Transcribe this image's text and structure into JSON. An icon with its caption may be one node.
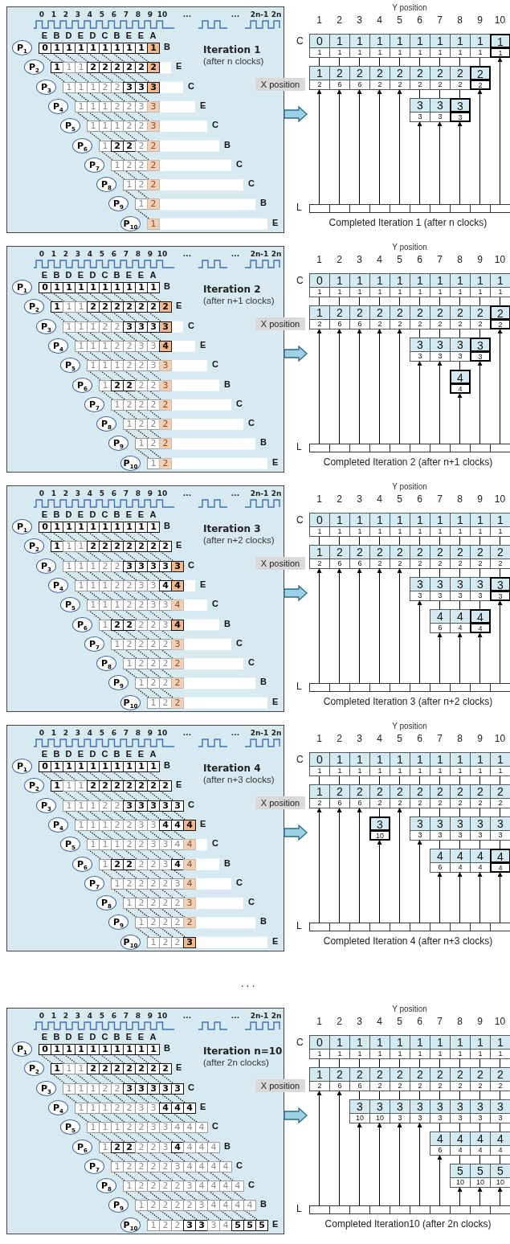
{
  "diagram": {
    "nodes": [
      {
        "text": [
          "Iteration 1",
          "(after n clocks)"
        ]
      },
      {
        "text": [
          "P$_{1}$"
        ],
        "in": 0
      },
      {
        "text": [
          "P$_{2}$"
        ],
        "in": 0
      },
      {
        "text": [
          "P$_{3}$"
        ],
        "in": 0
      },
      {
        "text": [
          "P$_{4}$"
        ],
        "in": 0
      },
      {
        "text": [
          "P$_{5}$"
        ],
        "in": 0
      },
      {
        "text": [
          "P$_{6}$"
        ],
        "in": 0
      },
      {
        "text": [
          "P$_{7}$"
        ],
        "in": 0
      },
      {
        "text": [
          "P$_{8}$"
        ],
        "in": 0
      },
      {
        "text": [
          "P$_{9}$"
        ],
        "in": 0
      },
      {
        "text": [
          "P$_{10}$"
        ],
        "in": 0
      },
      {
        "text": [
          "0",
          "1",
          "1",
          "1",
          "1",
          "1",
          "1",
          "1",
          "1",
          "1",
          "1",
          "1",
          "1",
          "1",
          "1",
          "1",
          "1",
          "1",
          "1",
          "1"
        ],
        "beside": [
          "C"
        ]
      },
      {
        "text": [
          "1",
          "2",
          "2",
          "2",
          "2",
          "2",
          "2",
          "2",
          "2",
          "2",
          "6",
          "6",
          "2",
          "2",
          "2",
          "2",
          "2",
          "2"
        ],
        "beside": [
          "X position"
        ]
      },
      {
        "text": [
          "3",
          "3",
          "3",
          "3",
          "3",
          "3"
        ]
      },
      {
        "text": [
          "L"
        ]
      },
      {
        "text": [
          "Iteration 2",
          "(after n+1 clocks)"
        ]
      },
      {
        "text": [
          "P$_{1}$"
        ],
        "in": 15
      },
      {
        "text": [
          "P$_{2}$"
        ],
        "in": 15
      },
      {
        "text": [
          "P$_{3}$"
        ],
        "in": 15
      },
      {
        "text": [
          "P$_{4}$"
        ],
        "in": 15
      },
      {
        "text": [
          "P$_{5}$"
        ],
        "in": 15
      },
      {
        "text": [
          "P$_{6}$"
        ],
        "in": 15
      },
      {
        "text": [
          "P$_{7}$"
        ],
        "in": 15
      },
      {
        "text": [
          "P$_{8}$"
        ],
        "in": 15
      },
      {
        "text": [
          "P$_{9}$"
        ],
        "in": 15
      },
      {
        "text": [
          "P$_{10}$"
        ],
        "in": 15
      },
      {
        "text": [
          "0",
          "1",
          "1",
          "1",
          "1",
          "1",
          "1",
          "1",
          "1",
          "1",
          "1",
          "1",
          "1",
          "1",
          "1",
          "1",
          "1",
          "1",
          "1",
          "1"
        ],
        "beside": [
          "C"
        ]
      },
      {
        "text": [
          "1",
          "2",
          "2",
          "2",
          "2",
          "2",
          "2",
          "2",
          "2",
          "2",
          "2",
          "6",
          "6",
          "2",
          "2",
          "2",
          "2",
          "2",
          "2",
          "2"
        ],
        "beside": [
          "X position"
        ]
      },
      {
        "text": [
          "3",
          "3",
          "3",
          "3",
          "3",
          "3",
          "3",
          "3"
        ]
      },
      {
        "text": [
          "4",
          "4"
        ]
      },
      {
        "text": [
          "L"
        ]
      },
      {
        "text": [
          "Iteration 3",
          "(after n+2 clocks)"
        ]
      },
      {
        "text": [
          "P$_{1}$"
        ],
        "in": 31
      },
      {
        "text": [
          "P$_{2}$"
        ],
        "in": 31
      },
      {
        "text": [
          "P$_{3}$"
        ],
        "in": 31
      },
      {
        "text": [
          "P$_{4}$"
        ],
        "in": 31
      },
      {
        "text": [
          "P$_{5}$"
        ],
        "in": 31
      },
      {
        "text": [
          "P$_{6}$"
        ],
        "in": 31
      },
      {
        "text": [
          "P$_{7}$"
        ],
        "in": 31
      },
      {
        "text": [
          "P$_{8}$"
        ],
        "in": 31
      },
      {
        "text": [
          "P$_{9}$"
        ],
        "in": 31
      },
      {
        "text": [
          "P$_{10}$"
        ],
        "in": 31
      },
      {
        "text": [
          "0",
          "1",
          "1",
          "1",
          "1",
          "1",
          "1",
          "1",
          "1",
          "1",
          "1",
          "1",
          "1",
          "1",
          "1",
          "1",
          "1",
          "1",
          "1",
          "1"
        ],
        "beside": [
          "C"
        ]
      },
      {
        "text": [
          "1",
          "2",
          "2",
          "2",
          "2",
          "2",
          "2",
          "2",
          "2",
          "2",
          "2",
          "6",
          "6",
          "2",
          "2",
          "2",
          "2",
          "2",
          "2",
          "2"
        ],
        "beside": [
          "X position"
        ]
      },
      {
        "text": [
          "3",
          "3",
          "3",
          "3",
          "3",
          "3",
          "3",
          "3",
          "3",
          "3"
        ]
      },
      {
        "text": [
          "4",
          "4",
          "4",
          "6",
          "4",
          "4"
        ]
      },
      {
        "text": [
          "L"
        ]
      },
      {
        "text": [
          "Iteration 4",
          "(after n+3 clocks)"
        ]
      },
      {
        "text": [
          "P$_{1}$"
        ],
        "in": 47
      },
      {
        "text": [
          "P$_{2}$"
        ],
        "in": 47
      },
      {
        "text": [
          "P$_{3}$"
        ],
        "in": 47
      },
      {
        "text": [
          "P$_{4}$"
        ],
        "in": 47
      },
      {
        "text": [
          "P$_{5}$"
        ],
        "in": 47
      },
      {
        "text": [
          "P$_{6}$"
        ],
        "in": 47
      },
      {
        "text": [
          "P$_{7}$"
        ],
        "in": 47
      },
      {
        "text": [
          "P$_{8}$"
        ],
        "in": 47
      },
      {
        "text": [
          "P$_{9}$"
        ],
        "in": 47
      },
      {
        "text": [
          "P$_{10}$"
        ],
        "in": 47
      },
      {
        "text": [
          "0",
          "1",
          "1",
          "1",
          "1",
          "1",
          "1",
          "1",
          "1",
          "1",
          "1",
          "1",
          "1",
          "1",
          "1",
          "1",
          "1",
          "1",
          "1",
          "1"
        ],
        "beside": [
          "C"
        ]
      },
      {
        "text": [
          "1",
          "2",
          "2",
          "2",
          "2",
          "2",
          "2",
          "2",
          "2",
          "2",
          "2",
          "6",
          "6",
          "2",
          "2",
          "2",
          "2",
          "2",
          "2",
          "2"
        ],
        "beside": [
          "X position"
        ]
      },
      {
        "text": [
          "3",
          "10"
        ]
      },
      {
        "text": [
          "3",
          "3",
          "3",
          "3",
          "3",
          "3",
          "3",
          "3",
          "3",
          "3"
        ]
      },
      {
        "text": [
          "4",
          "4",
          "4",
          "4",
          "6",
          "4",
          "4",
          "4"
        ]
      },
      {
        "text": [
          "L"
        ]
      },
      {
        "text": [
          "Iteration n=10",
          "(after 2n clocks)"
        ]
      },
      {
        "text": [
          "P$_{1}$"
        ],
        "in": 64
      },
      {
        "text": [
          "P$_{2}$"
        ],
        "in": 64
      },
      {
        "text": [
          "P$_{3}$"
        ],
        "in": 64
      },
      {
        "text": [
          "P$_{4}$"
        ],
        "in": 64
      },
      {
        "text": [
          "P$_{5}$"
        ],
        "in": 64
      },
      {
        "text": [
          "P$_{6}$"
        ],
        "in": 64
      },
      {
        "text": [
          "P$_{7}$"
        ],
        "in": 64
      },
      {
        "text": [
          "P$_{8}$"
        ],
        "in": 64
      },
      {
        "text": [
          "P$_{9}$"
        ],
        "in": 64
      },
      {
        "text": [
          "P$_{10}$"
        ],
        "in": 64
      },
      {
        "text": [
          "0",
          "1",
          "1",
          "1",
          "1",
          "1",
          "1",
          "1",
          "1",
          "1",
          "1",
          "1",
          "1",
          "1",
          "1",
          "1",
          "1",
          "1",
          "1",
          "1"
        ],
        "beside": [
          "C"
        ]
      },
      {
        "text": [
          "1",
          "2",
          "2",
          "2",
          "2",
          "2",
          "2",
          "2",
          "2",
          "2",
          "2",
          "6",
          "6",
          "2",
          "2",
          "2",
          "2",
          "2",
          "2",
          "2"
        ],
        "beside": [
          "X position"
        ]
      },
      {
        "text": [
          "3",
          "3",
          "3",
          "3",
          "3",
          "3",
          "3",
          "3",
          "10",
          "10",
          "3",
          "3",
          "3",
          "3",
          "3",
          "3"
        ]
      },
      {
        "text": [
          "4",
          "4",
          "4",
          "4",
          "6",
          "4",
          "4",
          "4"
        ]
      },
      {
        "text": [
          "5",
          "5",
          "5",
          "10",
          "10",
          "10"
        ]
      },
      {
        "text": [
          "L"
        ]
      }
    ],
    "edges": [
      {
        "from": 0,
        "to": null,
        "arrow": "to"
      },
      {
        "from": 11,
        "to": 12,
        "arrow": "none"
      },
      {
        "from": 11,
        "to": 12,
        "arrow": "none"
      },
      {
        "from": 11,
        "to": 12,
        "arrow": "none"
      },
      {
        "from": 11,
        "to": 12,
        "arrow": "none"
      },
      {
        "from": 11,
        "to": 12,
        "arrow": "none"
      },
      {
        "from": 11,
        "to": 12,
        "arrow": "none"
      },
      {
        "from": 11,
        "to": 12,
        "arrow": "none"
      },
      {
        "from": 11,
        "to": 12,
        "arrow": "none"
      },
      {
        "from": 11,
        "to": 12,
        "arrow": "none"
      },
      {
        "from": 12,
        "to": 13,
        "arrow": "none"
      },
      {
        "from": 12,
        "to": 13,
        "arrow": "none"
      },
      {
        "from": 12,
        "to": 13,
        "arrow": "none"
      },
      {
        "from": 14,
        "to": 12,
        "arrow": "to"
      },
      {
        "from": 14,
        "to": 12,
        "arrow": "to"
      },
      {
        "from": 14,
        "to": 12,
        "arrow": "to"
      },
      {
        "from": 14,
        "to": 12,
        "arrow": "to"
      },
      {
        "from": 14,
        "to": 12,
        "arrow": "to"
      },
      {
        "from": 14,
        "to": 13,
        "arrow": "to"
      },
      {
        "from": 14,
        "to": 13,
        "arrow": "to"
      },
      {
        "from": 14,
        "to": 13,
        "arrow": "to"
      },
      {
        "from": 14,
        "to": 12,
        "arrow": "to"
      },
      {
        "from": 14,
        "to": 11,
        "arrow": "to"
      },
      {
        "from": 15,
        "to": null,
        "arrow": "to"
      },
      {
        "from": 26,
        "to": 27,
        "arrow": "none"
      },
      {
        "from": 26,
        "to": 27,
        "arrow": "none"
      },
      {
        "from": 26,
        "to": 27,
        "arrow": "none"
      },
      {
        "from": 26,
        "to": 27,
        "arrow": "none"
      },
      {
        "from": 26,
        "to": 27,
        "arrow": "none"
      },
      {
        "from": 26,
        "to": 27,
        "arrow": "none"
      },
      {
        "from": 26,
        "to": 27,
        "arrow": "none"
      },
      {
        "from": 26,
        "to": 27,
        "arrow": "none"
      },
      {
        "from": 26,
        "to": 27,
        "arrow": "none"
      },
      {
        "from": 26,
        "to": 27,
        "arrow": "none"
      },
      {
        "from": 27,
        "to": 28,
        "arrow": "none"
      },
      {
        "from": 27,
        "to": 28,
        "arrow": "none"
      },
      {
        "from": 27,
        "to": 28,
        "arrow": "none"
      },
      {
        "from": 27,
        "to": 28,
        "arrow": "none"
      },
      {
        "from": 28,
        "to": 29,
        "arrow": "none"
      },
      {
        "from": 30,
        "to": 27,
        "arrow": "to"
      },
      {
        "from": 30,
        "to": 27,
        "arrow": "to"
      },
      {
        "from": 30,
        "to": 27,
        "arrow": "to"
      },
      {
        "from": 30,
        "to": 27,
        "arrow": "to"
      },
      {
        "from": 30,
        "to": 27,
        "arrow": "to"
      },
      {
        "from": 30,
        "to": 28,
        "arrow": "to"
      },
      {
        "from": 30,
        "to": 28,
        "arrow": "to"
      },
      {
        "from": 30,
        "to": 29,
        "arrow": "to"
      },
      {
        "from": 30,
        "to": 28,
        "arrow": "to"
      },
      {
        "from": 30,
        "to": 27,
        "arrow": "to"
      },
      {
        "from": 31,
        "to": null,
        "arrow": "to"
      },
      {
        "from": 42,
        "to": 43,
        "arrow": "none"
      },
      {
        "from": 42,
        "to": 43,
        "arrow": "none"
      },
      {
        "from": 42,
        "to": 43,
        "arrow": "none"
      },
      {
        "from": 42,
        "to": 43,
        "arrow": "none"
      },
      {
        "from": 42,
        "to": 43,
        "arrow": "none"
      },
      {
        "from": 42,
        "to": 43,
        "arrow": "none"
      },
      {
        "from": 42,
        "to": 43,
        "arrow": "none"
      },
      {
        "from": 42,
        "to": 43,
        "arrow": "none"
      },
      {
        "from": 42,
        "to": 43,
        "arrow": "none"
      },
      {
        "from": 42,
        "to": 43,
        "arrow": "none"
      },
      {
        "from": 43,
        "to": 44,
        "arrow": "none"
      },
      {
        "from": 43,
        "to": 44,
        "arrow": "none"
      },
      {
        "from": 43,
        "to": 44,
        "arrow": "none"
      },
      {
        "from": 43,
        "to": 44,
        "arrow": "none"
      },
      {
        "from": 43,
        "to": 44,
        "arrow": "none"
      },
      {
        "from": 44,
        "to": 45,
        "arrow": "none"
      },
      {
        "from": 44,
        "to": 45,
        "arrow": "none"
      },
      {
        "from": 44,
        "to": 45,
        "arrow": "none"
      },
      {
        "from": 46,
        "to": 43,
        "arrow": "to"
      },
      {
        "from": 46,
        "to": 43,
        "arrow": "to"
      },
      {
        "from": 46,
        "to": 43,
        "arrow": "to"
      },
      {
        "from": 46,
        "to": 43,
        "arrow": "to"
      },
      {
        "from": 46,
        "to": 43,
        "arrow": "to"
      },
      {
        "from": 46,
        "to": 44,
        "arrow": "to"
      },
      {
        "from": 46,
        "to": 45,
        "arrow": "to"
      },
      {
        "from": 46,
        "to": 45,
        "arrow": "to"
      },
      {
        "from": 46,
        "to": 45,
        "arrow": "to"
      },
      {
        "from": 46,
        "to": 44,
        "arrow": "to"
      },
      {
        "from": 47,
        "to": null,
        "arrow": "to"
      },
      {
        "from": 58,
        "to": 59,
        "arrow": "none"
      },
      {
        "from": 58,
        "to": 59,
        "arrow": "none"
      },
      {
        "from": 58,
        "to": 59,
        "arrow": "none"
      },
      {
        "from": 58,
        "to": 59,
        "arrow": "none"
      },
      {
        "from": 58,
        "to": 59,
        "arrow": "none"
      },
      {
        "from": 58,
        "to": 59,
        "arrow": "none"
      },
      {
        "from": 58,
        "to": 59,
        "arrow": "none"
      },
      {
        "from": 58,
        "to": 59,
        "arrow": "none"
      },
      {
        "from": 58,
        "to": 59,
        "arrow": "none"
      },
      {
        "from": 58,
        "to": 59,
        "arrow": "none"
      },
      {
        "from": 59,
        "to": 60,
        "arrow": "none"
      },
      {
        "from": 59,
        "to": 61,
        "arrow": "none"
      },
      {
        "from": 59,
        "to": 61,
        "arrow": "none"
      },
      {
        "from": 59,
        "to": 61,
        "arrow": "none"
      },
      {
        "from": 59,
        "to": 61,
        "arrow": "none"
      },
      {
        "from": 59,
        "to": 61,
        "arrow": "none"
      },
      {
        "from": 61,
        "to": 62,
        "arrow": "none"
      },
      {
        "from": 61,
        "to": 62,
        "arrow": "none"
      },
      {
        "from": 61,
        "to": 62,
        "arrow": "none"
      },
      {
        "from": 61,
        "to": 62,
        "arrow": "none"
      },
      {
        "from": 63,
        "to": 59,
        "arrow": "to"
      },
      {
        "from": 63,
        "to": 59,
        "arrow": "to"
      },
      {
        "from": 63,
        "to": 59,
        "arrow": "to"
      },
      {
        "from": 63,
        "to": 60,
        "arrow": "to"
      },
      {
        "from": 63,
        "to": 59,
        "arrow": "to"
      },
      {
        "from": 63,
        "to": 61,
        "arrow": "to"
      },
      {
        "from": 63,
        "to": 62,
        "arrow": "to"
      },
      {
        "from": 63,
        "to": 62,
        "arrow": "to"
      },
      {
        "from": 63,
        "to": 62,
        "arrow": "to"
      },
      {
        "from": 63,
        "to": 62,
        "arrow": "to"
      },
      {
        "from": 64,
        "to": null,
        "arrow": "to"
      },
      {
        "from": 75,
        "to": 76,
        "arrow": "none"
      },
      {
        "from": 75,
        "to": 76,
        "arrow": "none"
      },
      {
        "from": 75,
        "to": 76,
        "arrow": "none"
      },
      {
        "from": 75,
        "to": 76,
        "arrow": "none"
      },
      {
        "from": 75,
        "to": 76,
        "arrow": "none"
      },
      {
        "from": 75,
        "to": 76,
        "arrow": "none"
      },
      {
        "from": 75,
        "to": 76,
        "arrow": "none"
      },
      {
        "from": 75,
        "to": 76,
        "arrow": "none"
      },
      {
        "from": 75,
        "to": 76,
        "arrow": "none"
      },
      {
        "from": 75,
        "to": 76,
        "arrow": "none"
      },
      {
        "from": 76,
        "to": 77,
        "arrow": "none"
      },
      {
        "from": 76,
        "to": 77,
        "arrow": "none"
      },
      {
        "from": 76,
        "to": 77,
        "arrow": "none"
      },
      {
        "from": 76,
        "to": 77,
        "arrow": "none"
      },
      {
        "from": 76,
        "to": 77,
        "arrow": "none"
      },
      {
        "from": 76,
        "to": 77,
        "arrow": "none"
      },
      {
        "from": 76,
        "to": 77,
        "arrow": "none"
      },
      {
        "from": 76,
        "to": 77,
        "arrow": "none"
      },
      {
        "from": 77,
        "to": 78,
        "arrow": "none"
      },
      {
        "from": 77,
        "to": 78,
        "arrow": "none"
      },
      {
        "from": 77,
        "to": 78,
        "arrow": "none"
      },
      {
        "from": 77,
        "to": 78,
        "arrow": "none"
      },
      {
        "from": 78,
        "to": 79,
        "arrow": "none"
      },
      {
        "from": 78,
        "to": 79,
        "arrow": "none"
      },
      {
        "from": 78,
        "to": 79,
        "arrow": "none"
      },
      {
        "from": 80,
        "to": 76,
        "arrow": "to"
      },
      {
        "from": 80,
        "to": 76,
        "arrow": "to"
      },
      {
        "from": 80,
        "to": 77,
        "arrow": "to"
      },
      {
        "from": 80,
        "to": 77,
        "arrow": "to"
      },
      {
        "from": 80,
        "to": 77,
        "arrow": "to"
      },
      {
        "from": 80,
        "to": 77,
        "arrow": "to"
      },
      {
        "from": 80,
        "to": 78,
        "arrow": "to"
      },
      {
        "from": 80,
        "to": 79,
        "arrow": "to"
      },
      {
        "from": 80,
        "to": 79,
        "arrow": "to"
      },
      {
        "from": 80,
        "to": 79,
        "arrow": "to"
      }
    ],
    "labels": [
      "0",
      "1",
      "2",
      "3",
      "4",
      "5",
      "6",
      "7",
      "8",
      "9",
      "10",
      "...",
      "...",
      "2n-1",
      "2n",
      "E",
      "B",
      "D",
      "E",
      "D",
      "C",
      "B",
      "E",
      "E",
      "A",
      "0",
      "1",
      "1",
      "1",
      "1",
      "1",
      "1",
      "1",
      "1",
      "1",
      "B",
      "1",
      "1",
      "1",
      "2",
      "2",
      "2",
      "2",
      "2",
      "2",
      "E",
      "1",
      "1",
      "1",
      "2",
      "2",
      "3",
      "3",
      "3",
      "C",
      "1",
      "1",
      "1",
      "2",
      "2",
      "3",
      "3",
      "E",
      "1",
      "1",
      "1",
      "2",
      "2",
      "3",
      "C",
      "1",
      "2",
      "2",
      "2",
      "2",
      "B",
      "1",
      "2",
      "2",
      "2",
      "C",
      "1",
      "2",
      "2",
      "C",
      "1",
      "2",
      "B",
      "1",
      "E",
      "Y position",
      "1",
      "2",
      "3",
      "4",
      "5",
      "6",
      "7",
      "8",
      "9",
      "10",
      "Completed Iteration 1 (after n clocks)",
      "0",
      "1",
      "2",
      "3",
      "4",
      "5",
      "6",
      "7",
      "8",
      "9",
      "10",
      "...",
      "...",
      "2n-1",
      "2n",
      "E",
      "B",
      "D",
      "E",
      "D",
      "C",
      "B",
      "E",
      "E",
      "A",
      "0",
      "1",
      "1",
      "1",
      "1",
      "1",
      "1",
      "1",
      "1",
      "1",
      "B",
      "1",
      "1",
      "1",
      "2",
      "2",
      "2",
      "2",
      "2",
      "2",
      "2",
      "E",
      "1",
      "1",
      "1",
      "2",
      "2",
      "3",
      "3",
      "3",
      "3",
      "C",
      "1",
      "1",
      "1",
      "2",
      "2",
      "3",
      "3",
      "4",
      "E",
      "1",
      "1",
      "1",
      "2",
      "2",
      "3",
      "3",
      "C",
      "1",
      "2",
      "2",
      "2",
      "2",
      "3",
      "B",
      "1",
      "2",
      "2",
      "2",
      "2",
      "C",
      "1",
      "2",
      "2",
      "2",
      "C",
      "1",
      "2",
      "2",
      "B",
      "1",
      "2",
      "E",
      "Y position",
      "1",
      "2",
      "3",
      "4",
      "5",
      "6",
      "7",
      "8",
      "9",
      "10",
      "Completed Iteration 2 (after n+1 clocks)",
      "0",
      "1",
      "2",
      "3",
      "4",
      "5",
      "6",
      "7",
      "8",
      "9",
      "10",
      "...",
      "...",
      "2n-1",
      "2n",
      "E",
      "B",
      "D",
      "E",
      "D",
      "C",
      "B",
      "E",
      "E",
      "A",
      "0",
      "1",
      "1",
      "1",
      "1",
      "1",
      "1",
      "1",
      "1",
      "1",
      "B",
      "1",
      "1",
      "1",
      "2",
      "2",
      "2",
      "2",
      "2",
      "2",
      "2",
      "E",
      "1",
      "1",
      "1",
      "2",
      "2",
      "3",
      "3",
      "3",
      "3",
      "3",
      "C",
      "1",
      "1",
      "1",
      "2",
      "2",
      "3",
      "3",
      "4",
      "4",
      "E",
      "1",
      "1",
      "1",
      "2",
      "2",
      "3",
      "3",
      "4",
      "C",
      "1",
      "2",
      "2",
      "2",
      "2",
      "3",
      "4",
      "B",
      "1",
      "2",
      "2",
      "2",
      "2",
      "3",
      "C",
      "1",
      "2",
      "2",
      "2",
      "2",
      "C",
      "1",
      "2",
      "2",
      "2",
      "B",
      "1",
      "2",
      "2",
      "E",
      "Y position",
      "1",
      "2",
      "3",
      "4",
      "5",
      "6",
      "7",
      "8",
      "9",
      "10",
      "Completed Iteration 3 (after n+2 clocks)",
      "0",
      "1",
      "2",
      "3",
      "4",
      "5",
      "6",
      "7",
      "8",
      "9",
      "10",
      "...",
      "...",
      "2n-1",
      "2n",
      "E",
      "B",
      "D",
      "E",
      "D",
      "C",
      "B",
      "E",
      "E",
      "A",
      "0",
      "1",
      "1",
      "1",
      "1",
      "1",
      "1",
      "1",
      "1",
      "1",
      "B",
      "1",
      "1",
      "1",
      "2",
      "2",
      "2",
      "2",
      "2",
      "2",
      "2",
      "E",
      "1",
      "1",
      "1",
      "2",
      "2",
      "3",
      "3",
      "3",
      "3",
      "3",
      "C",
      "1",
      "1",
      "1",
      "2",
      "2",
      "3",
      "3",
      "4",
      "4",
      "4",
      "E",
      "1",
      "1",
      "1",
      "2",
      "2",
      "3",
      "3",
      "4",
      "4",
      "C",
      "1",
      "2",
      "2",
      "2",
      "2",
      "3",
      "4",
      "4",
      "B",
      "1",
      "2",
      "2",
      "2",
      "2",
      "3",
      "4",
      "C",
      "1",
      "2",
      "2",
      "2",
      "2",
      "3",
      "C",
      "1",
      "2",
      "2",
      "2",
      "2",
      "B",
      "1",
      "2",
      "2",
      "3",
      "E",
      "Y position",
      "1",
      "2",
      "3",
      "4",
      "5",
      "6",
      "7",
      "8",
      "9",
      "10",
      "Completed Iteration 4 (after n+3 clocks)",
      "...",
      "0",
      "1",
      "2",
      "3",
      "4",
      "5",
      "6",
      "7",
      "8",
      "9",
      "10",
      "...",
      "...",
      "2n-1",
      "2n",
      "E",
      "B",
      "D",
      "E",
      "D",
      "C",
      "B",
      "E",
      "E",
      "A",
      "0",
      "1",
      "1",
      "1",
      "1",
      "1",
      "1",
      "1",
      "1",
      "1",
      "B",
      "1",
      "1",
      "1",
      "2",
      "2",
      "2",
      "2",
      "2",
      "2",
      "2",
      "E",
      "1",
      "1",
      "1",
      "2",
      "2",
      "3",
      "3",
      "3",
      "3",
      "3",
      "C",
      "1",
      "1",
      "1",
      "2",
      "2",
      "3",
      "3",
      "4",
      "4",
      "4",
      "E",
      "1",
      "1",
      "1",
      "2",
      "2",
      "3",
      "3",
      "4",
      "4",
      "4",
      "C",
      "1",
      "2",
      "2",
      "2",
      "2",
      "3",
      "4",
      "4",
      "4",
      "4",
      "B",
      "1",
      "2",
      "2",
      "2",
      "2",
      "3",
      "4",
      "4",
      "4",
      "4",
      "C",
      "1",
      "2",
      "2",
      "2",
      "2",
      "3",
      "4",
      "4",
      "4",
      "4",
      "C",
      "1",
      "2",
      "2",
      "2",
      "2",
      "3",
      "4",
      "4",
      "4",
      "4",
      "B",
      "1",
      "2",
      "2",
      "3",
      "3",
      "3",
      "4",
      "5",
      "5",
      "5",
      "E",
      "Y position",
      "1",
      "2",
      "3",
      "4",
      "5",
      "6",
      "7",
      "8",
      "9",
      "10",
      "Completed Iteration10 (after 2n clocks)"
    ]
  }
}
